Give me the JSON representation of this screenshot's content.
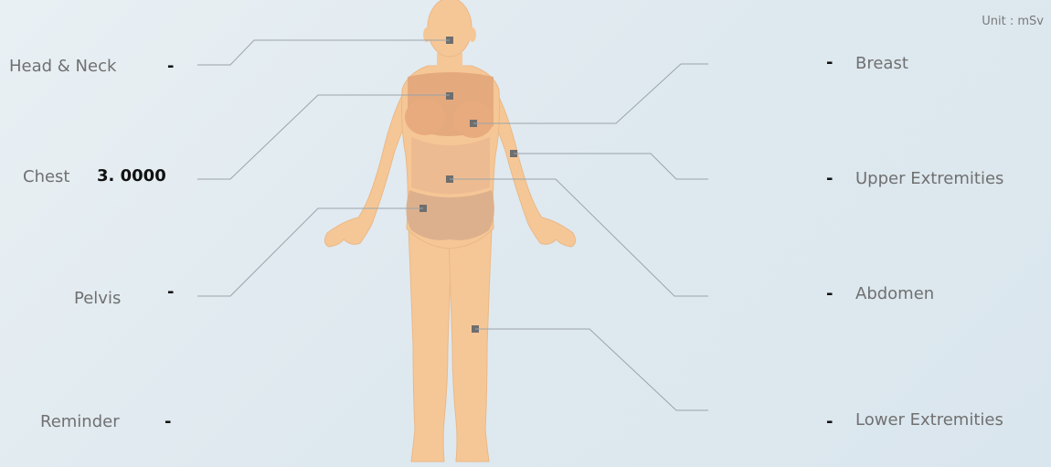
{
  "unit_label": "Unit : mSv",
  "left_regions": [
    {
      "name": "Head & Neck",
      "value": "-"
    },
    {
      "name": "Chest",
      "value": "3. 0000"
    },
    {
      "name": "Pelvis",
      "value": "-"
    },
    {
      "name": "Reminder",
      "value": "-"
    }
  ],
  "right_regions": [
    {
      "name": "Breast",
      "value": "-"
    },
    {
      "name": "Upper Extremities",
      "value": "-"
    },
    {
      "name": "Abdomen",
      "value": "-"
    },
    {
      "name": "Lower Extremities",
      "value": "-"
    }
  ],
  "colors": {
    "body_skin": "#f6c796",
    "region_fill": "#e0a57a",
    "marker": "#6e6e6e",
    "line": "#9aa4aa"
  }
}
